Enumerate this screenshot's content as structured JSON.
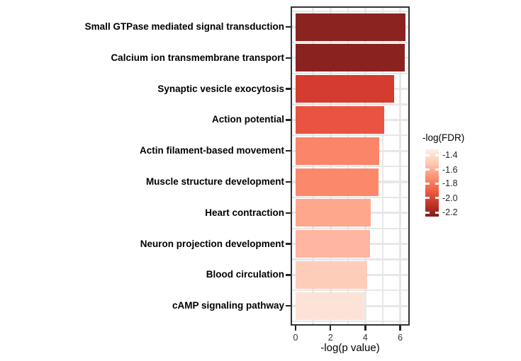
{
  "chart_data": {
    "type": "bar",
    "orientation": "horizontal",
    "title": "",
    "xlabel": "-log(p value)",
    "ylabel": "",
    "xlim": [
      0,
      6.55
    ],
    "x_ticks": [
      0,
      2,
      4,
      6
    ],
    "x_grid_values": [
      1,
      2,
      3,
      4,
      5,
      6
    ],
    "grid_on": true,
    "legend_position": "right",
    "categories": [
      "Small GTPase mediated signal transduction",
      "Calcium ion transmembrane transport",
      "Synaptic vesicle exocytosis",
      "Action potential",
      "Actin filament-based movement",
      "Muscle structure development",
      "Heart contraction",
      "Neuron projection development",
      "Blood circulation",
      "cAMP signaling pathway"
    ],
    "values": [
      6.3,
      6.25,
      5.65,
      5.1,
      4.8,
      4.75,
      4.3,
      4.25,
      4.1,
      3.95
    ],
    "bar_colors": [
      "#8B2421",
      "#8A2220",
      "#D33C2E",
      "#E85441",
      "#FB8569",
      "#FC886C",
      "#FEA78D",
      "#FFB5A1",
      "#FECDBA",
      "#FDE3D7"
    ],
    "fdr_estimates": [
      -2.2,
      -2.2,
      -2.0,
      -1.9,
      -1.8,
      -1.8,
      -1.65,
      -1.6,
      -1.5,
      -1.4
    ],
    "legend": {
      "title": "-log(FDR)",
      "tick_labels": [
        "-1.4",
        "-1.6",
        "-1.8",
        "-2.0",
        "-2.2"
      ],
      "gradient_stops": [
        {
          "pos": 0.0,
          "color": "#FDEFE6"
        },
        {
          "pos": 0.2,
          "color": "#FCCBB6"
        },
        {
          "pos": 0.4,
          "color": "#FB9578"
        },
        {
          "pos": 0.6,
          "color": "#EF6248"
        },
        {
          "pos": 0.8,
          "color": "#C63728"
        },
        {
          "pos": 1.0,
          "color": "#7E1F1C"
        }
      ]
    },
    "colors": {
      "panel_border": "#333333",
      "grid": "#E7E7E7",
      "tick": "#222222",
      "axis_text": "#333333",
      "label_text": "#000000",
      "background": "#FFFFFF"
    }
  }
}
